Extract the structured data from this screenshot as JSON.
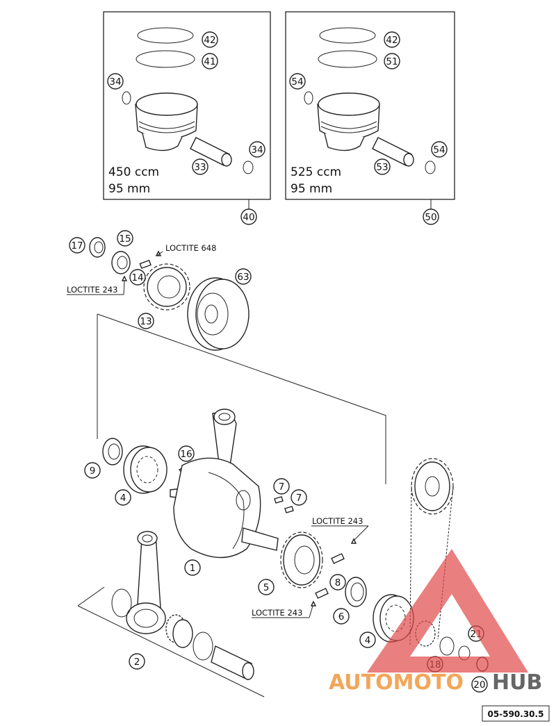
{
  "piston_kits": [
    {
      "displacement": "450 ccm",
      "bore": "95 mm",
      "kit_no": "40",
      "ring_top": "42",
      "ring_2": "41",
      "clip_a": "34",
      "clip_b": "34",
      "pin": "33"
    },
    {
      "displacement": "525 ccm",
      "bore": "95 mm",
      "kit_no": "50",
      "ring_top": "42",
      "ring_2": "51",
      "clip_a": "54",
      "clip_b": "54",
      "pin": "53"
    }
  ],
  "callouts": {
    "c17": "17",
    "c15": "15",
    "c14": "14",
    "c13": "13",
    "c63": "63",
    "c9": "9",
    "c4a": "4",
    "c16": "16",
    "c1": "1",
    "c2": "2",
    "c7a": "7",
    "c7b": "7",
    "c5": "5",
    "c8": "8",
    "c6": "6",
    "c4b": "4",
    "c21": "21",
    "c18": "18",
    "c20": "20"
  },
  "loctite": {
    "l648": "LOCTITE 648",
    "l243a": "LOCTITE 243",
    "l243b": "LOCTITE 243",
    "l243c": "LOCTITE 243"
  },
  "reference": "05-590.30.5",
  "watermark": {
    "part1": "AUTOMOTO",
    "part2": "HUB",
    "color1": "#f2a65a",
    "color2": "#666666",
    "logo_color": "#e04848"
  }
}
